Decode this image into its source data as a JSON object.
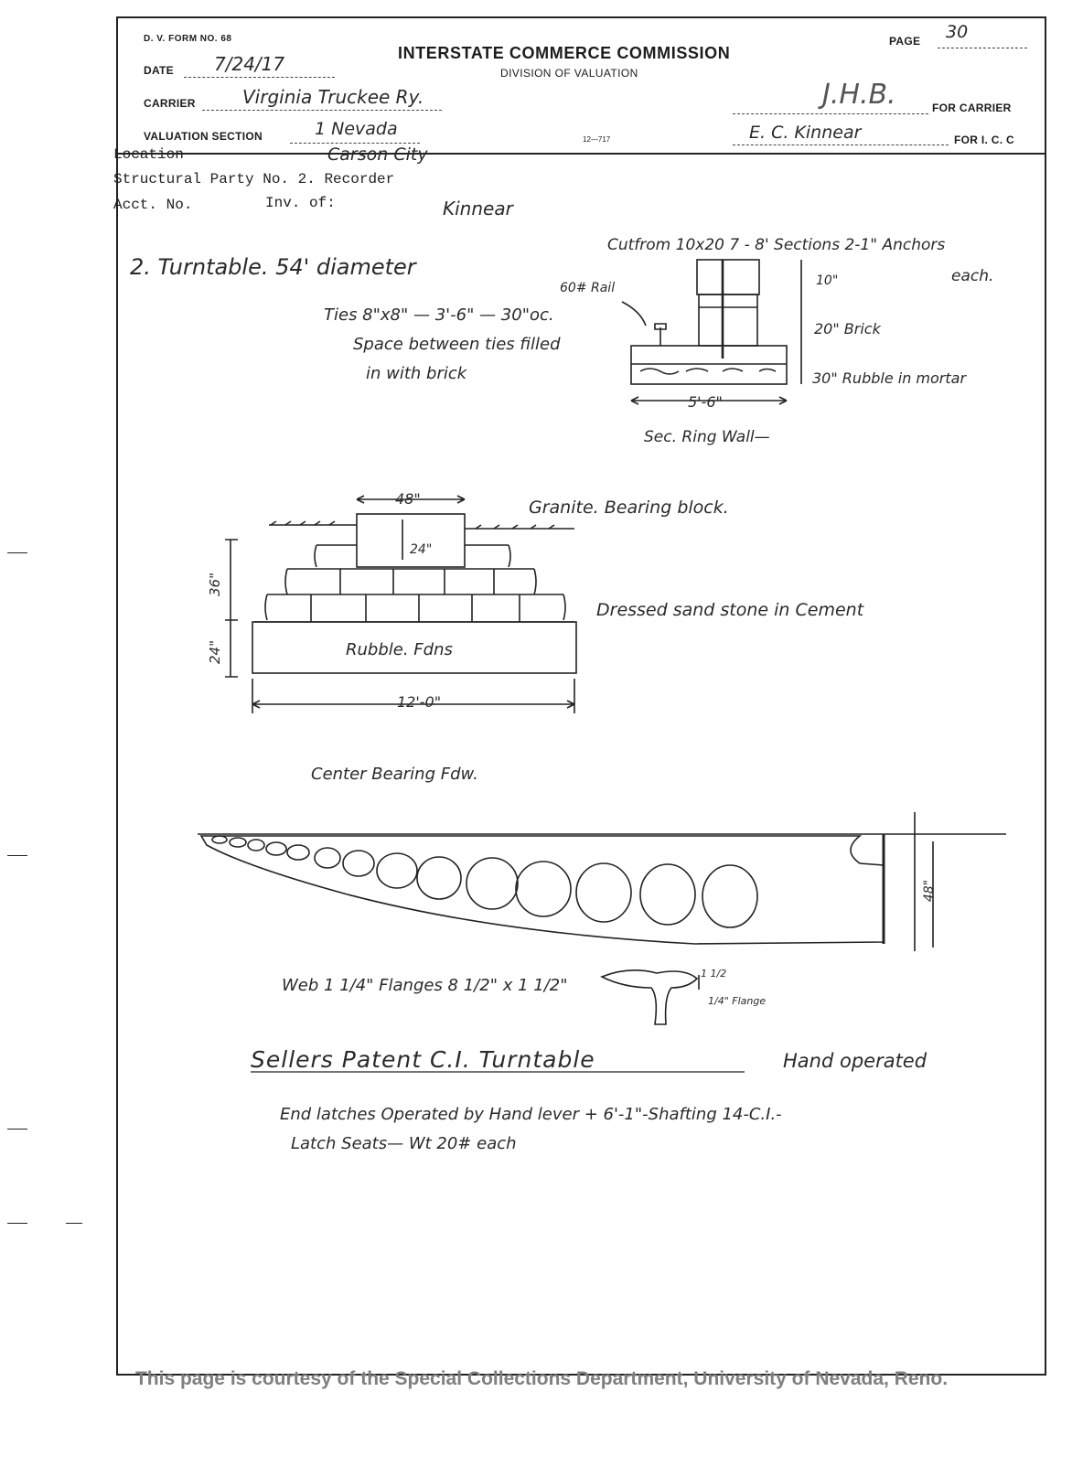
{
  "header": {
    "form_no": "D. V. FORM NO. 68",
    "commission": "INTERSTATE COMMERCE COMMISSION",
    "division": "DIVISION OF VALUATION",
    "page_label": "PAGE",
    "page_value": "30",
    "date_label": "DATE",
    "date_value": "7/24/17",
    "carrier_label": "CARRIER",
    "carrier_value": "Virginia Truckee Ry.",
    "valuation_label": "VALUATION SECTION",
    "valuation_value": "1 Nevada",
    "form_code": "12—717",
    "for_carrier_label": "FOR CARRIER",
    "for_carrier_sig": "J.H.B.",
    "for_icc_label": "FOR I. C. C",
    "for_icc_sig": "E. C. Kinnear"
  },
  "record": {
    "location_label": "Location",
    "location_value": "Carson City",
    "party_label": "Structural Party No. 2. Recorder",
    "acct_label": "Acct. No.",
    "inv_label": "Inv. of:",
    "recorder_value": "Kinnear"
  },
  "item": {
    "title": "2. Turntable. 54' diameter"
  },
  "ring_wall": {
    "top_note": "Cutfrom 10x20 7 - 8' Sections 2-1\" Anchors",
    "top_note_cont": "each.",
    "rail": "60# Rail",
    "ties": "Ties 8\"x8\" — 3'-6\" — 30\"oc.",
    "ties_cont1": "Space between ties filled",
    "ties_cont2": "in with brick",
    "dim_10": "10\"",
    "brick": "20\" Brick",
    "rubble": "30\" Rubble in mortar",
    "width": "5'-6\"",
    "caption": "Sec. Ring Wall—"
  },
  "center_bearing": {
    "top_width": "48\"",
    "granite": "Granite. Bearing block.",
    "block_height": "24\"",
    "height_36": "36\"",
    "height_24": "24\"",
    "dressed": "Dressed sand stone in Cement",
    "rubble": "Rubble. Fdns",
    "base_width": "12'-0\"",
    "caption": "Center Bearing Fdw."
  },
  "girder": {
    "depth": "48\"",
    "web_flanges": "Web 1 1/4\" Flanges 8 1/2\" x 1 1/2\"",
    "section_dim1": "1 1/2",
    "section_dim2": "1/4\" Flange"
  },
  "notes": {
    "sellers": "Sellers Patent C.I. Turntable",
    "hand_operated": "Hand operated",
    "latches_line1": "End latches Operated by Hand lever + 6'-1\"-Shafting 14-C.I.-",
    "latches_line2": "Latch Seats— Wt 20# each"
  },
  "footer": {
    "courtesy": "This page is courtesy of the Special Collections Department, University of Nevada, Reno."
  }
}
